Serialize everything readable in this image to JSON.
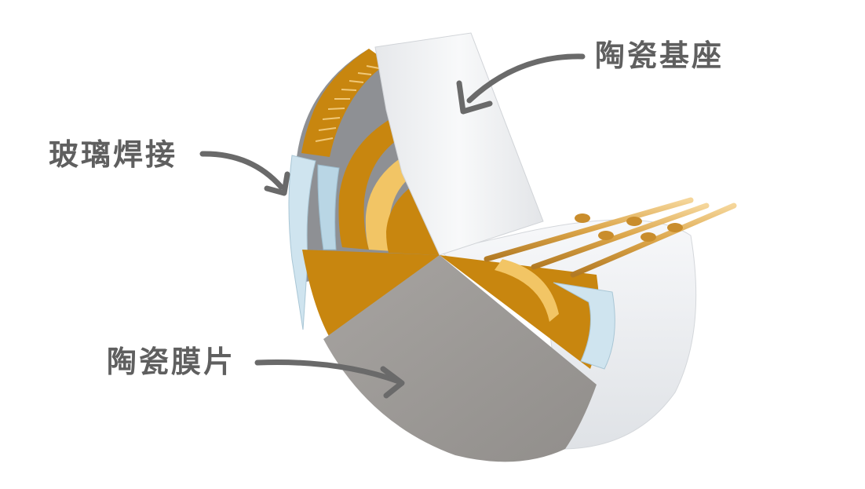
{
  "labels": {
    "ceramic_base": "陶瓷基座",
    "glass_weld": "玻璃焊接",
    "ceramic_film": "陶瓷膜片"
  },
  "colors": {
    "label_text": "#5f5f5f",
    "arrow": "#6a6a6a",
    "ceramic_white": "#f3f4f6",
    "ceramic_film_gray": "#9b9896",
    "gold_electrode": "#c8860f",
    "gold_pin": "#e3b35c",
    "glass_blue": "#cfe4ef"
  }
}
